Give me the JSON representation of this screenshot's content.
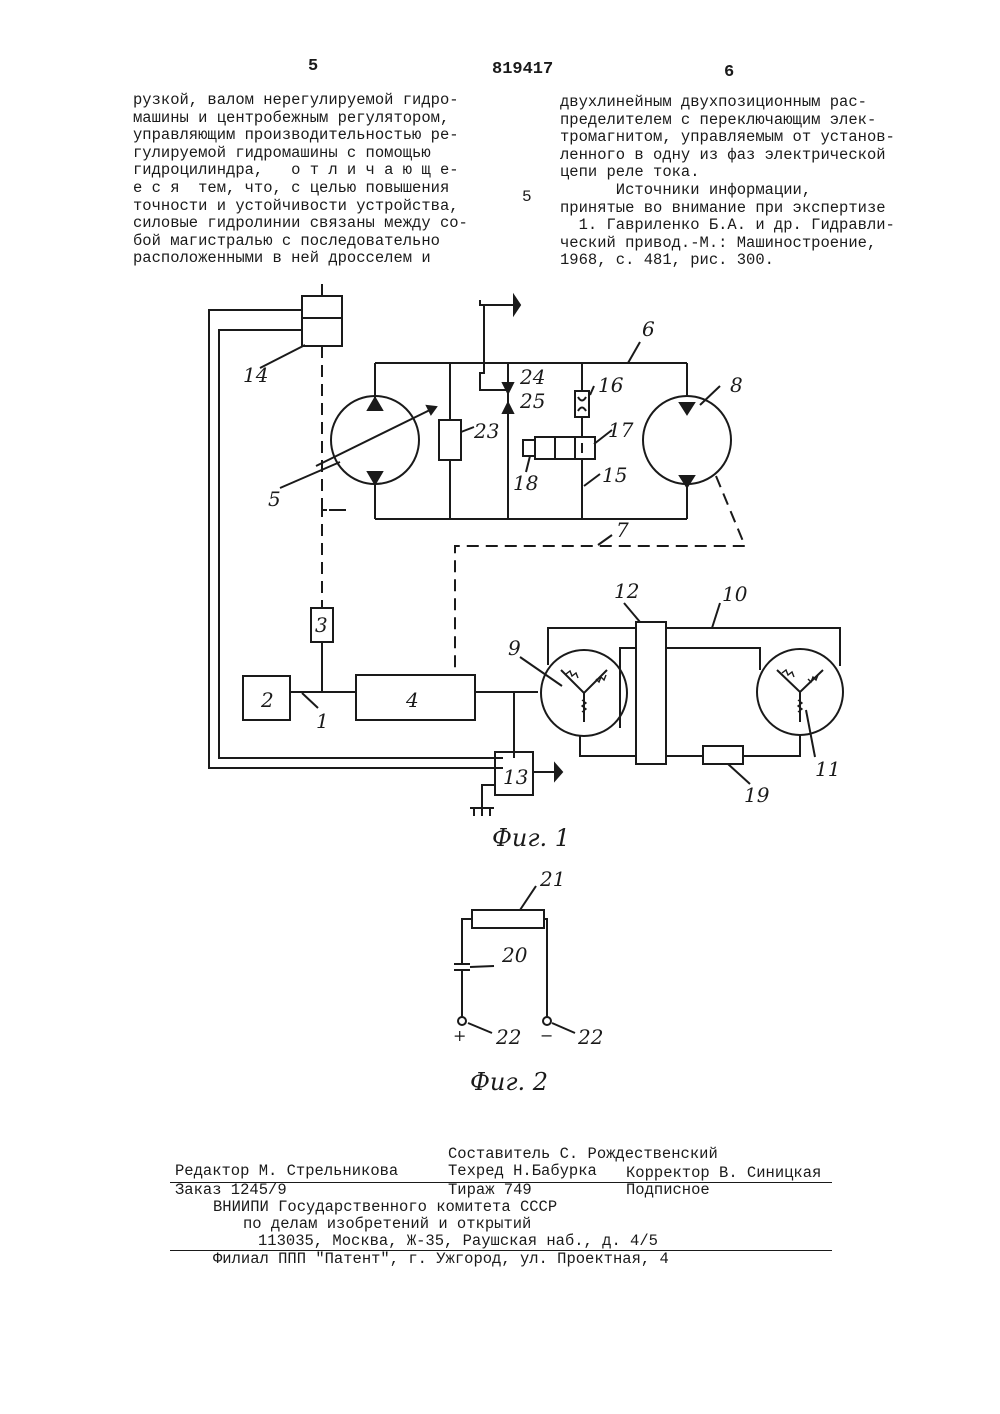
{
  "header": {
    "page_left": "5",
    "patent_number": "819417",
    "page_right": "6"
  },
  "left_column": [
    "рузкой, валом нерегулируемой гидро-",
    "машины и центробежным регулятором,",
    "управляющим производительностью ре-",
    "гулируемой гидромашины с помощью",
    "гидроцилиндра,   о т л и ч а ю щ е-",
    "е с я  тем, что, с целью повышения",
    "точности и устойчивости устройства,",
    "силовые гидролинии связаны между со-",
    "бой магистралью с последовательно",
    "расположенными в ней дросселем и"
  ],
  "right_column": [
    "двухлинейным двухпозиционным рас-",
    "пределителем с переключающим элек-",
    "тромагнитом, управляемым от установ-",
    "ленного в одну из фаз электрической",
    "цепи реле тока.",
    "      Источники информации,",
    "принятые во внимание при экспертизе",
    "  1. Гавриленко Б.А. и др. Гидравли-",
    "ческий привод.-М.: Машиностроение,",
    "1968, с. 481, рис. 300."
  ],
  "line_marker": "5",
  "figure1": {
    "caption": "Фиг. 1",
    "labels": [
      "1",
      "2",
      "3",
      "4",
      "5",
      "6",
      "7",
      "8",
      "9",
      "10",
      "11",
      "12",
      "13",
      "14",
      "15",
      "16",
      "17",
      "18",
      "19",
      "23",
      "24",
      "25"
    ]
  },
  "figure2": {
    "caption": "Фиг. 2",
    "labels": [
      "20",
      "21",
      "22",
      "22"
    ],
    "plus": "+",
    "minus": "−"
  },
  "footer": {
    "compiler": "Составитель С. Рождественский",
    "editor": "Редактор М. Стрельникова",
    "techred": "Техред Н.Бабурка",
    "corrector": "Корректор В. Синицкая",
    "order": "Заказ 1245/9",
    "circulation": "Тираж 749",
    "subscription": "Подписное",
    "org1": "ВНИИПИ Государственного комитета СССР",
    "org2": "по делам изобретений и открытий",
    "address": "113035, Москва, Ж-35, Раушская наб., д. 4/5",
    "branch": "Филиал ППП \"Патент\", г. Ужгород, ул. Проектная, 4"
  }
}
